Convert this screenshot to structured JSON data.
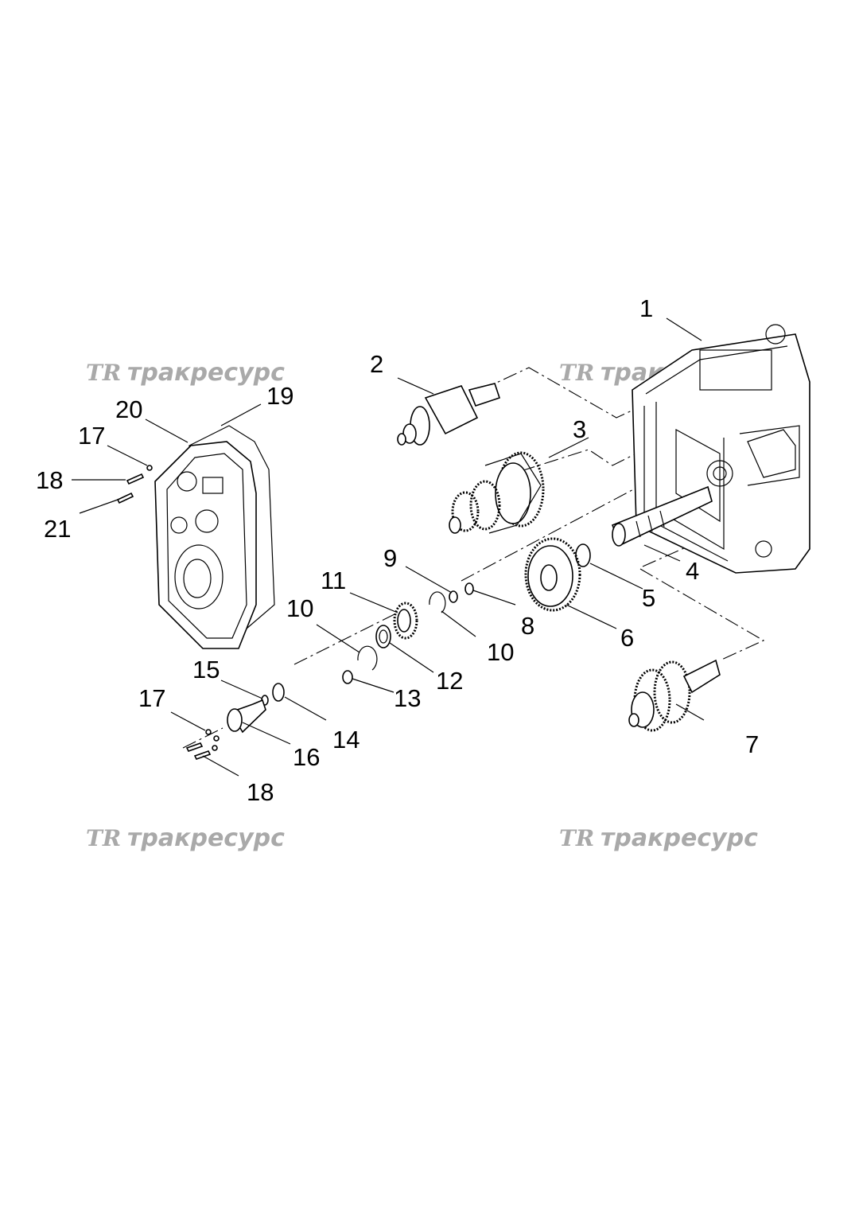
{
  "watermark": {
    "logo": "TR",
    "text": "тракресурс"
  },
  "callouts": [
    "1",
    "2",
    "3",
    "4",
    "5",
    "6",
    "7",
    "8",
    "9",
    "10",
    "10",
    "11",
    "12",
    "13",
    "14",
    "15",
    "16",
    "17",
    "17",
    "18",
    "18",
    "19",
    "20",
    "21"
  ],
  "colors": {
    "line": "#000000",
    "watermark": "#a9a9a9",
    "background": "#ffffff"
  }
}
